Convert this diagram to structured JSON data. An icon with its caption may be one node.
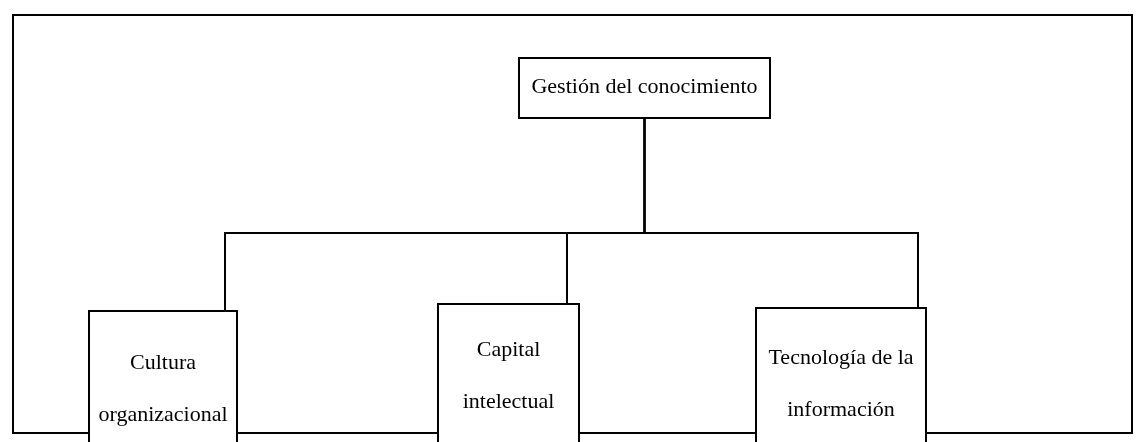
{
  "diagram": {
    "nodes": [
      {
        "text": [
          "Gestión del conocimiento"
        ]
      },
      {
        "text": [
          "Cultura organizacional"
        ]
      },
      {
        "text": [
          "Capital intelectual"
        ]
      },
      {
        "text": [
          "Tecnología de la información"
        ]
      }
    ],
    "edges": [
      {
        "from": 0,
        "to": 1,
        "arrow": "none"
      },
      {
        "from": 0,
        "to": 2,
        "arrow": "none"
      },
      {
        "from": 0,
        "to": 3,
        "arrow": "none"
      }
    ]
  }
}
